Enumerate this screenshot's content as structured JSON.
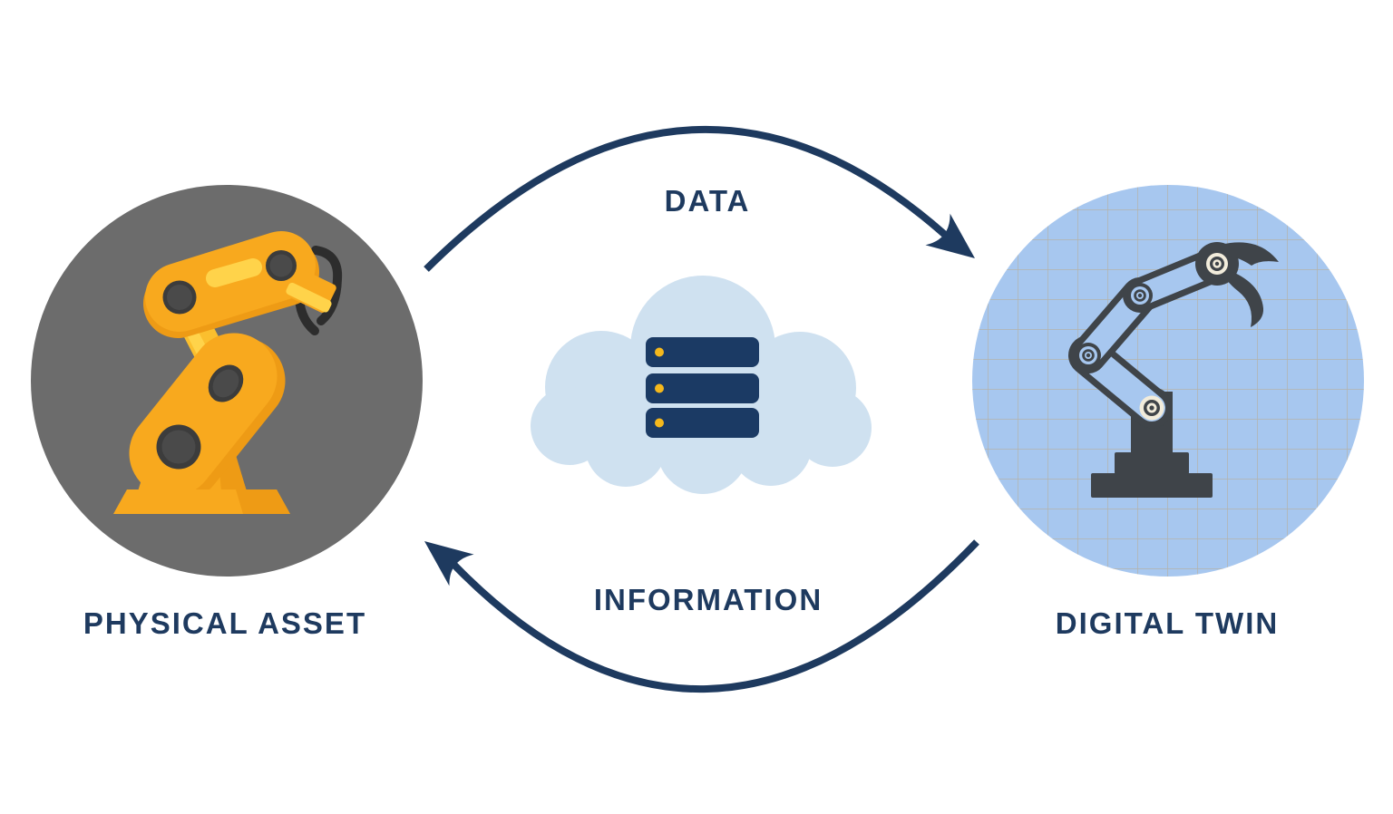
{
  "diagram": {
    "left_node": {
      "label": "PHYSICAL ASSET",
      "icon": "industrial-robot-arm-icon"
    },
    "right_node": {
      "label": "DIGITAL TWIN",
      "icon": "wireframe-robot-arm-icon"
    },
    "center": {
      "icon": "cloud-server-icon",
      "server_bars": 3
    },
    "top_flow": {
      "label": "DATA",
      "direction": "left-to-right"
    },
    "bottom_flow": {
      "label": "INFORMATION",
      "direction": "right-to-left"
    },
    "colors": {
      "background": "#ffffff",
      "navy": "#1e3a5f",
      "physical_circle_gray": "#6c6c6c",
      "digital_circle_blue": "#a7c7ef",
      "grid_line": "#b6af9f",
      "cloud_blue": "#cfe1f0",
      "server_navy": "#1b3a64",
      "server_led_yellow": "#f5b81c",
      "robot_yellow": "#f8a91e",
      "robot_yellow_dark": "#ee9b15",
      "robot_yellow_light": "#ffd34a",
      "robot_yellow_band": "#fbbf2e",
      "robot_joint_gray": "#3c3c3c",
      "robot_joint_inner": "#4a4a4a",
      "robot_claw_gray": "#2d2d2d",
      "twin_robot_charcoal": "#3f4449",
      "twin_joint_cream": "#f2ecdb"
    }
  }
}
